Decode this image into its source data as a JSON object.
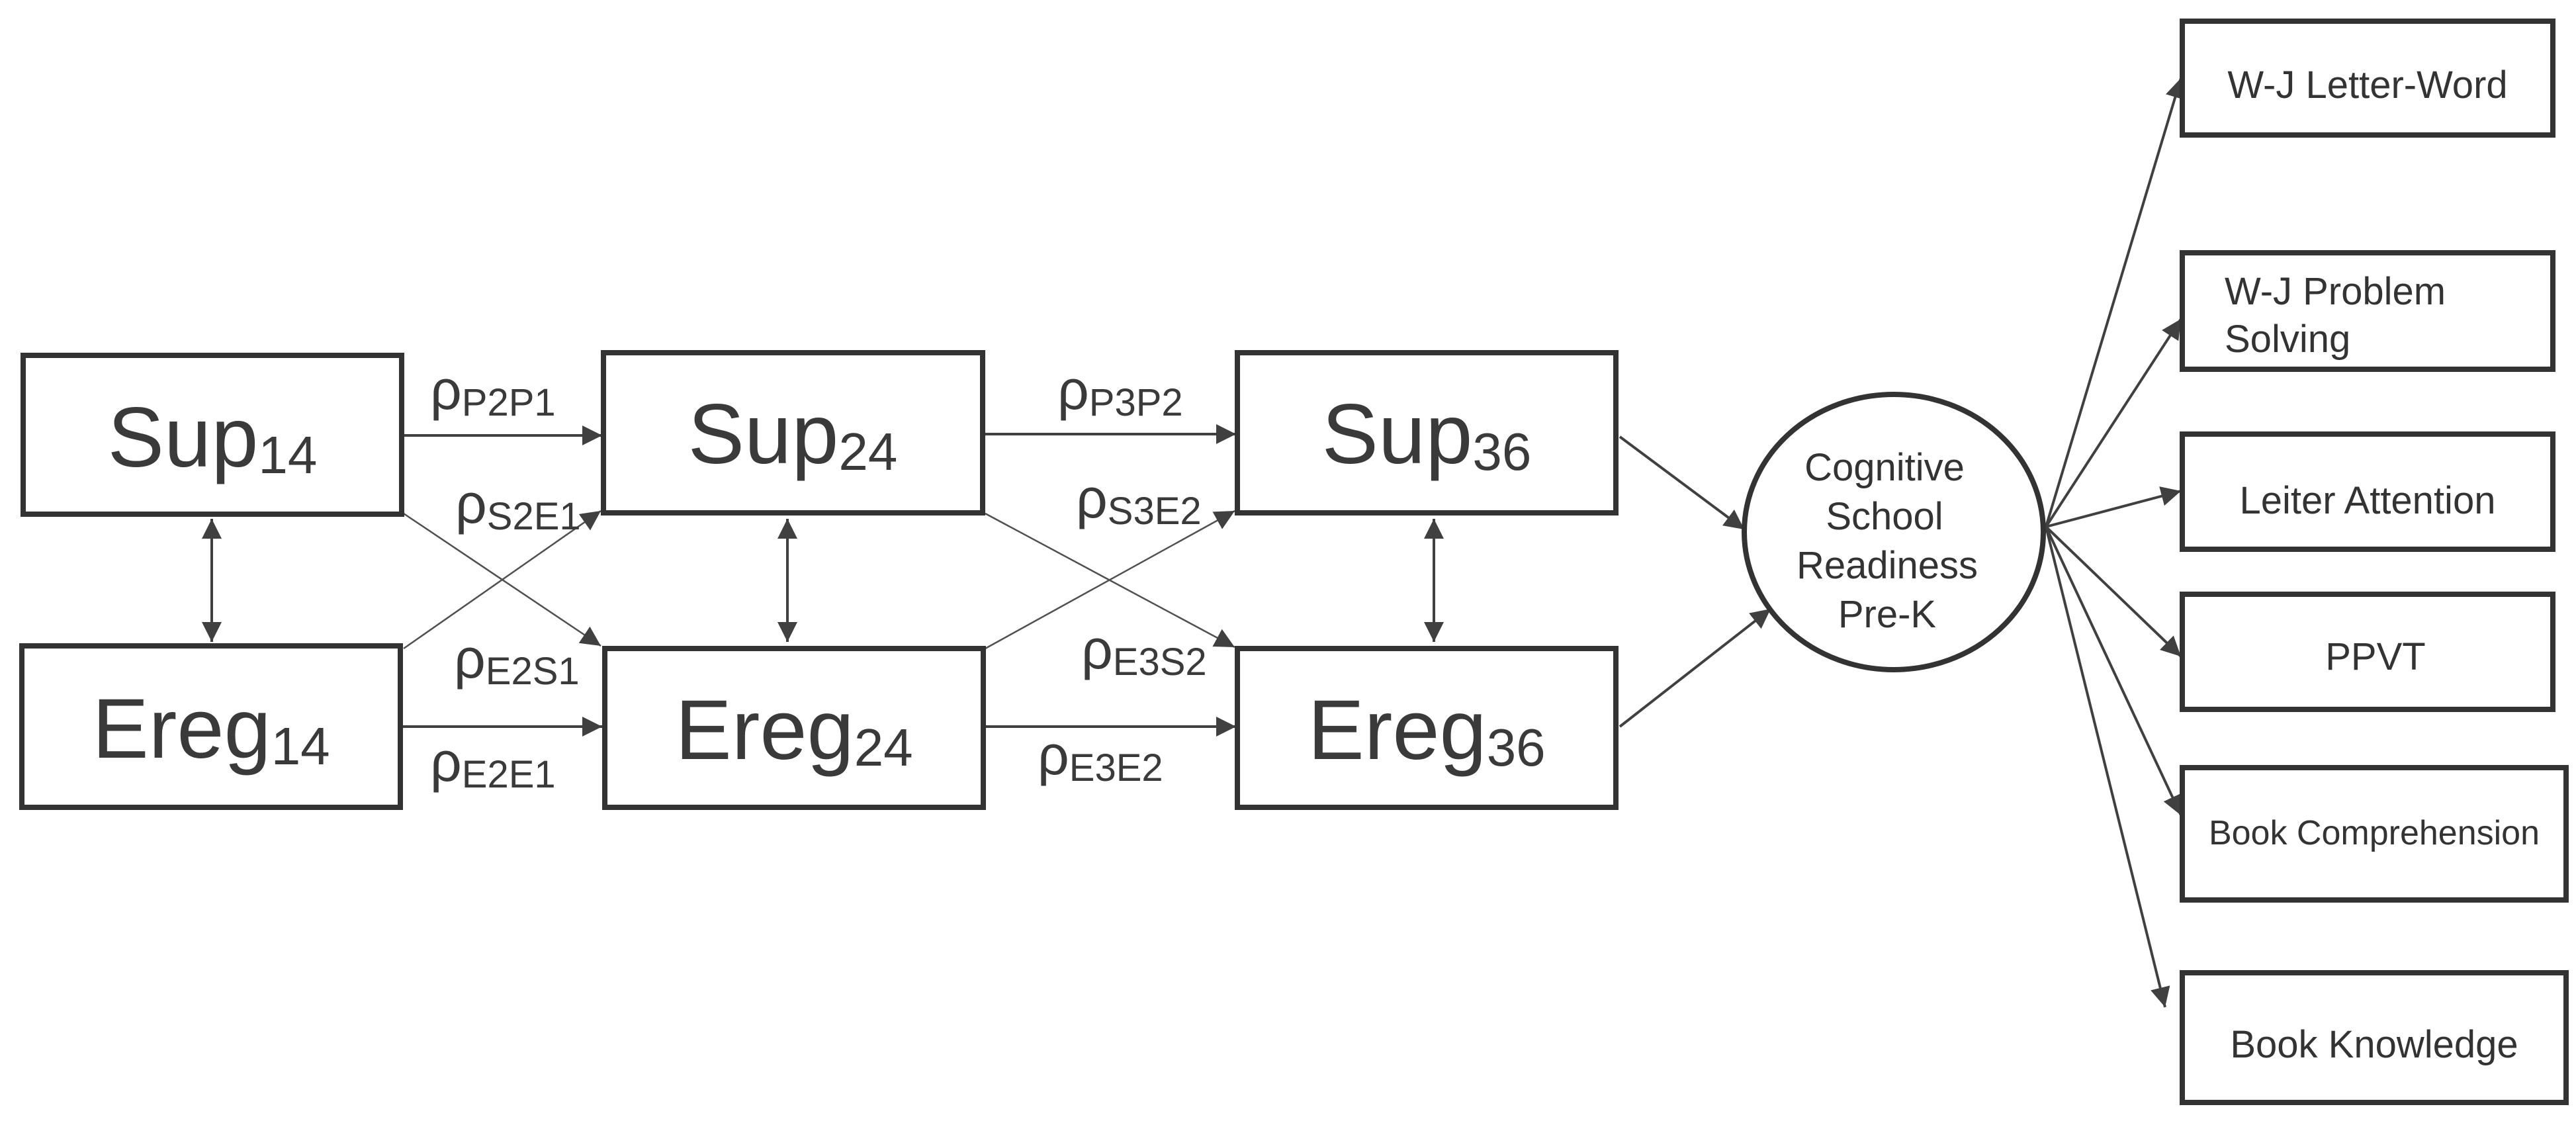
{
  "nodes": {
    "sup14": {
      "base": "Sup",
      "sub": "14"
    },
    "sup24": {
      "base": "Sup",
      "sub": "24"
    },
    "sup36": {
      "base": "Sup",
      "sub": "36"
    },
    "ereg14": {
      "base": "Ereg",
      "sub": "14"
    },
    "ereg24": {
      "base": "Ereg",
      "sub": "24"
    },
    "ereg36": {
      "base": "Ereg",
      "sub": "36"
    }
  },
  "paths": {
    "p2p1": {
      "rho": "ρ",
      "sub": "P2P1"
    },
    "s2e1": {
      "rho": "ρ",
      "sub": "S2E1"
    },
    "e2s1": {
      "rho": "ρ",
      "sub": "E2S1"
    },
    "e2e1": {
      "rho": "ρ",
      "sub": "E2E1"
    },
    "p3p2": {
      "rho": "ρ",
      "sub": "P3P2"
    },
    "s3e2": {
      "rho": "ρ",
      "sub": "S3E2"
    },
    "e3s2": {
      "rho": "ρ",
      "sub": "E3S2"
    },
    "e3e2": {
      "rho": "ρ",
      "sub": "E3E2"
    }
  },
  "latent": {
    "line1": "Cognitive",
    "line2": "School",
    "line3": "Readiness",
    "line4": "Pre-K"
  },
  "indicators": {
    "wj_letter_word": "W-J Letter-Word",
    "wj_problem_line1": "W-J Problem",
    "wj_problem_line2": "Solving",
    "leiter_attention": "Leiter Attention",
    "ppvt": "PPVT",
    "book_comprehension": "Book Comprehension",
    "book_knowledge": "Book Knowledge"
  }
}
